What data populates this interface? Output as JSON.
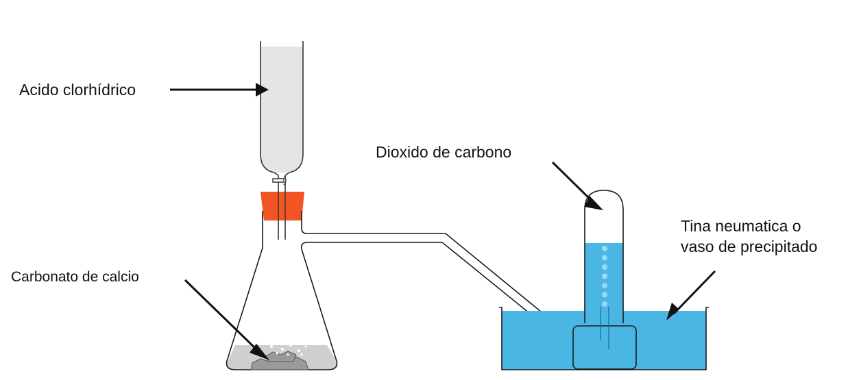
{
  "diagram": {
    "title": "Obtención de dióxido de carbono",
    "labels": {
      "acid": "Acido clorhídrico",
      "co2": "Dioxido de carbono",
      "carbonate": "Carbonato de calcio",
      "tub_line1": "Tina neumatica o",
      "tub_line2": "vaso de precipitado"
    },
    "colors": {
      "water": "#4ab6e4",
      "stopper": "#f05522",
      "acid_liquid": "#e5e5e5",
      "flask_liquid": "#cfcfcf",
      "solid": "#9a9a9a",
      "bubble": "#9fd8f1",
      "outline": "#1a1a1a"
    },
    "bubbles_in_tube": 7
  }
}
